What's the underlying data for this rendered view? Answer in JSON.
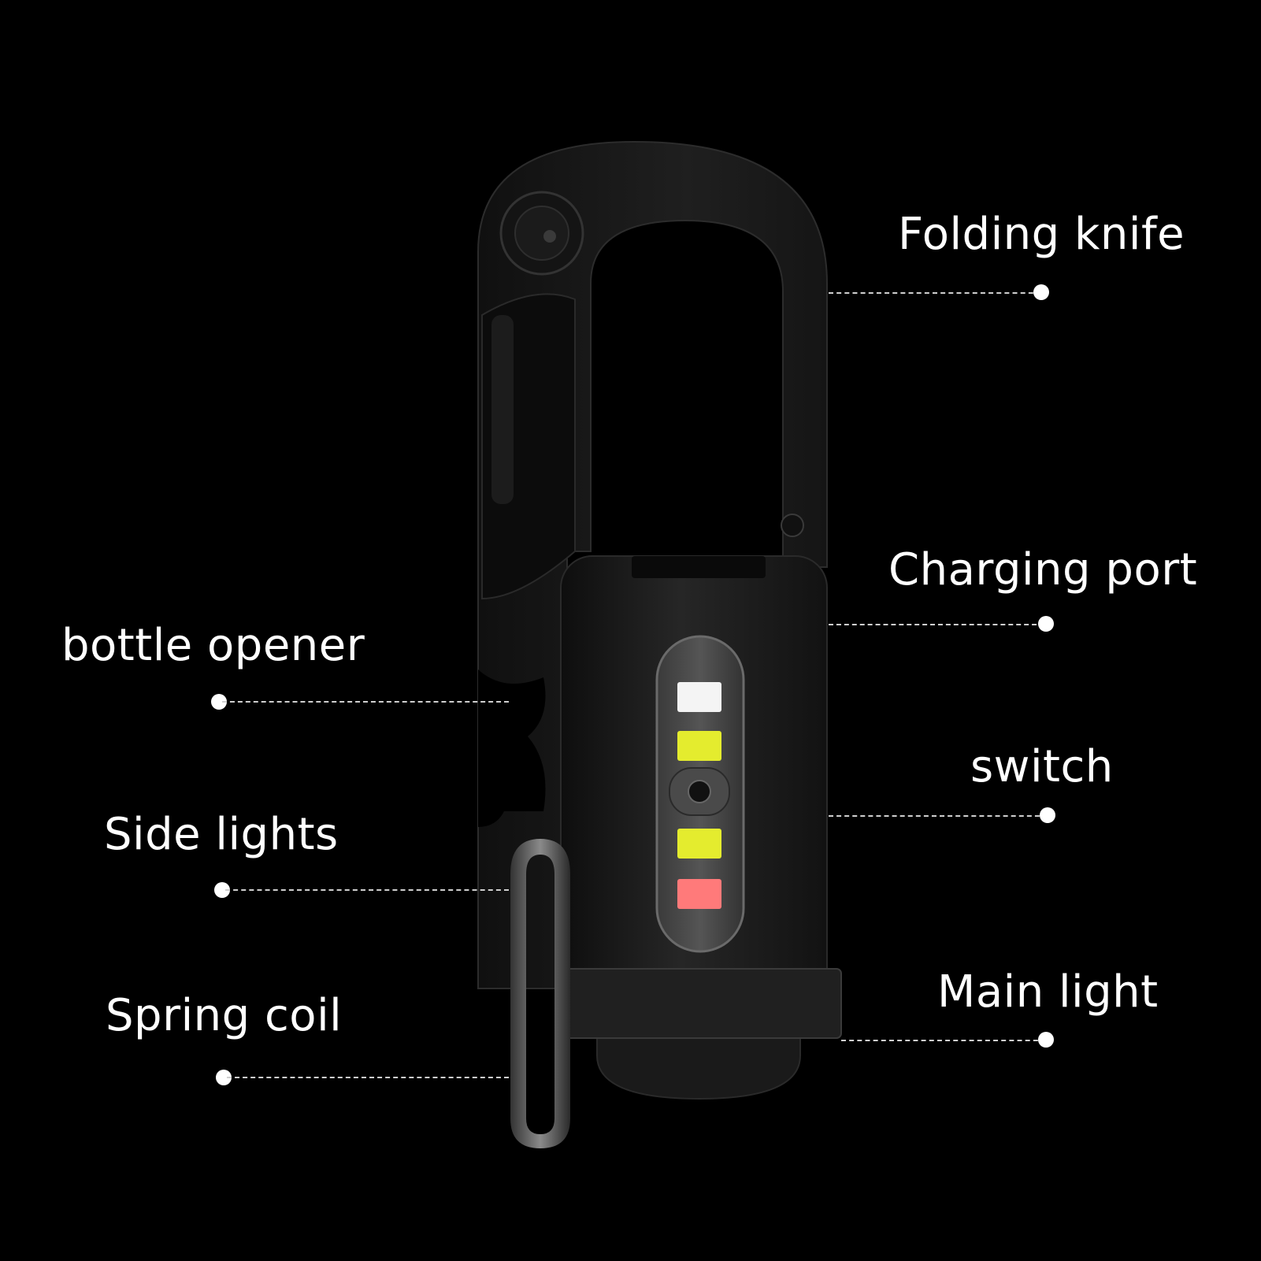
{
  "labels": {
    "folding_knife": "Folding knife",
    "charging_port": "Charging port",
    "switch": "switch",
    "main_light": "Main light",
    "bottle_opener": "bottle opener",
    "side_lights": "Side lights",
    "spring_coil": "Spring coil"
  },
  "colors": {
    "background": "#000000",
    "device_body": "#1a1a1a",
    "led_white": "#f4f4f4",
    "led_yellow": "#e4ec2e",
    "led_red": "#ff7a7a"
  }
}
